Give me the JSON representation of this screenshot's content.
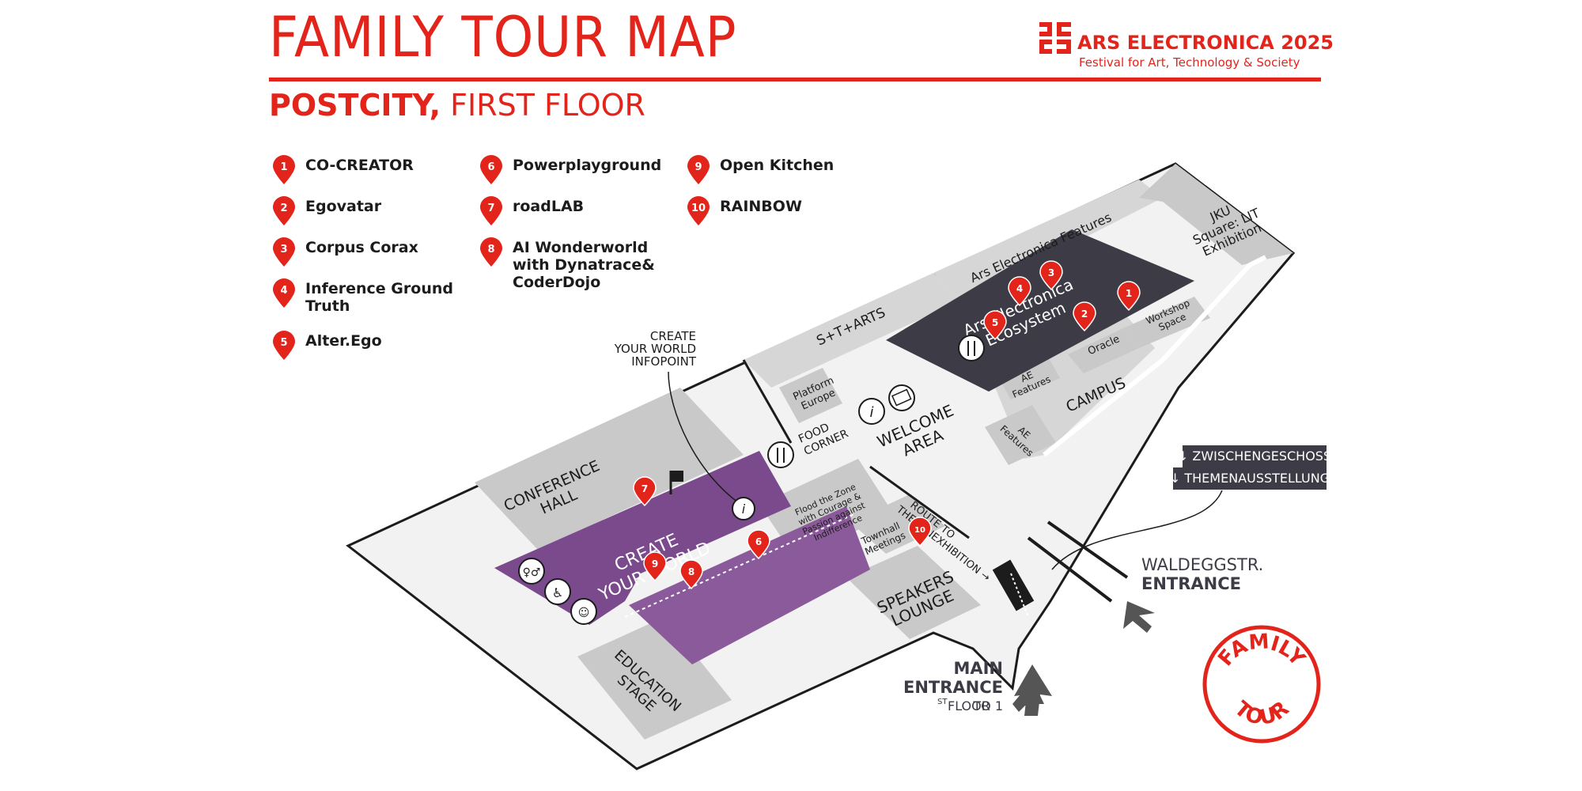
{
  "header": {
    "title": "FAMILY TOUR MAP",
    "subtitle_bold": "POSTCITY,",
    "subtitle_rest": " FIRST FLOOR"
  },
  "brand": {
    "name": "ARS ELECTRONICA 2025",
    "tagline": "Festival for Art, Technology & Society"
  },
  "legend": [
    {
      "num": "1",
      "label": "CO-CREATOR"
    },
    {
      "num": "2",
      "label": "Egovatar"
    },
    {
      "num": "3",
      "label": "Corpus Corax"
    },
    {
      "num": "4",
      "label": "Inference Ground\nTruth"
    },
    {
      "num": "5",
      "label": "Alter.Ego"
    },
    {
      "num": "6",
      "label": "Powerplayground"
    },
    {
      "num": "7",
      "label": "roadLAB"
    },
    {
      "num": "8",
      "label": "AI Wonderworld\nwith Dynatrace&\nCoderDojo"
    },
    {
      "num": "9",
      "label": "Open Kitchen"
    },
    {
      "num": "10",
      "label": "RAINBOW"
    }
  ],
  "map": {
    "areas": {
      "conference_hall": [
        "CONFERENCE",
        "HALL"
      ],
      "create_your_world": [
        "CREATE",
        "YOUR WORLD"
      ],
      "education_stage": [
        "EDUCATION",
        "STAGE"
      ],
      "speakers_lounge": [
        "SPEAKERS",
        "LOUNGE"
      ],
      "townhall": [
        "Townhall",
        "Meetings"
      ],
      "flood_zone": [
        "Flood the Zone",
        "with Courage &",
        "Passion against",
        "Indifference"
      ],
      "platform_europe": [
        "Platform",
        "Europe"
      ],
      "food_corner": [
        "FOOD",
        "CORNER"
      ],
      "welcome_area": [
        "WELCOME",
        "AREA"
      ],
      "st_arts": "S+T+ARTS",
      "ae_features_top": "Ars Electronica Features",
      "ae_ecosystem": [
        "Ars Electronica",
        "Ecosystem"
      ],
      "oracle": "Oracle",
      "workshop_space": [
        "Workshop",
        "Space"
      ],
      "jku_square": [
        "JKU",
        "Square: LIT",
        "Exhibition"
      ],
      "ae_features_a": [
        "AE",
        "Features"
      ],
      "ae_features_b": [
        "AE",
        "Features"
      ],
      "campus": "CAMPUS",
      "route_to_exhibition": [
        "ROUTE TO",
        "THEMENEXHIBITION →"
      ]
    },
    "infopoint_label": [
      "CREATE",
      "YOUR WORLD",
      "INFOPOINT"
    ],
    "signs": {
      "zwischengeschoss": "↓ ZWISCHENGESCHOSS",
      "themenausstellung": "↓ THEMENAUSSTELLUNG"
    },
    "entrances": {
      "waldegg_line1": "WALDEGGSTR.",
      "waldegg_line2": "ENTRANCE",
      "main_line1": "MAIN",
      "main_line2": "ENTRANCE",
      "main_line3": "TO 1",
      "main_sup": "ST",
      "main_line3b": " FLOOR"
    },
    "pins": [
      "1",
      "2",
      "3",
      "4",
      "5",
      "6",
      "7",
      "8",
      "9",
      "10"
    ]
  },
  "stamp": {
    "top": "FAMILY",
    "bottom": "TOUR"
  },
  "colors": {
    "accent": "#e3241b",
    "purple": "#7b4a8c",
    "dark": "#3d3b45",
    "grey": "#c9c9c9",
    "light": "#f2f2f2"
  }
}
